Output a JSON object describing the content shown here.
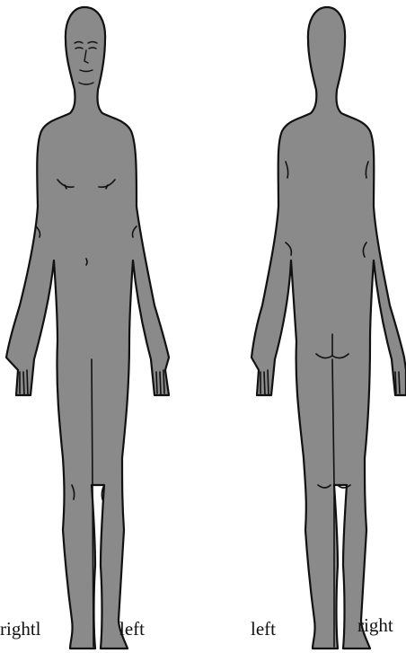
{
  "labels": {
    "front_right": "rightl",
    "front_left": "left",
    "back_left": "left",
    "back_right": "right"
  },
  "colors": {
    "body_fill": "#8a8a8a",
    "outline": "#111111",
    "background": "#ffffff"
  }
}
